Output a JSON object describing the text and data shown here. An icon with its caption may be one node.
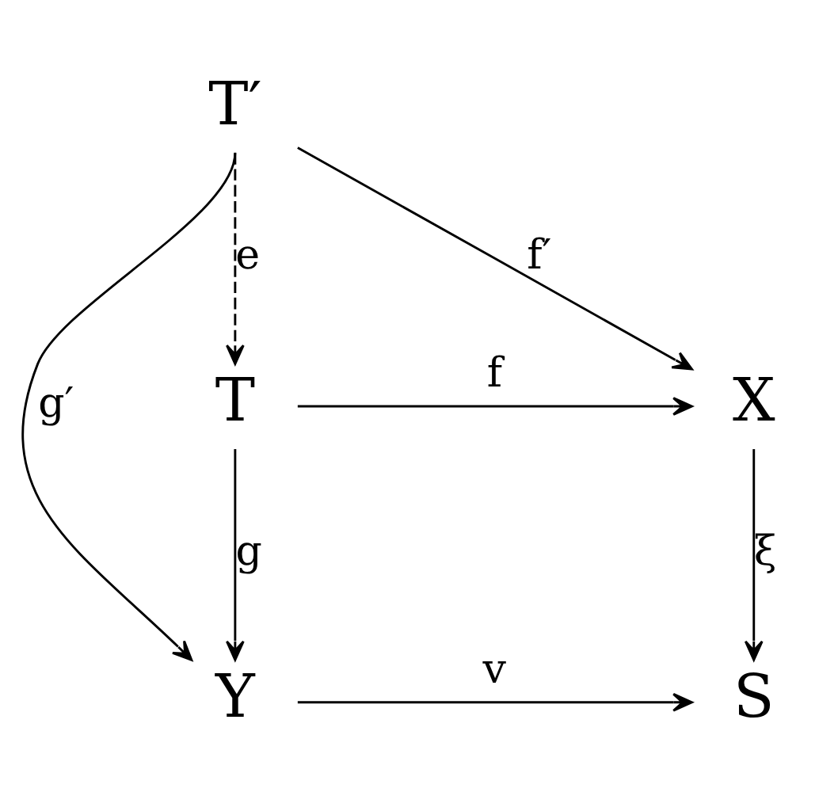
{
  "diagram": {
    "nodes": [
      {
        "text": [
          "T′"
        ]
      },
      {
        "text": [
          "T"
        ]
      },
      {
        "text": [
          "X"
        ]
      },
      {
        "text": [
          "Y"
        ]
      },
      {
        "text": [
          "S"
        ]
      }
    ],
    "edges": [
      {
        "from": 0,
        "to": 2,
        "arrow": "to",
        "label": "f′"
      },
      {
        "from": 0,
        "to": 1,
        "arrow": "to",
        "label": "e",
        "style": "dashed"
      },
      {
        "from": 0,
        "to": 3,
        "arrow": "to",
        "label": "g′"
      },
      {
        "from": 1,
        "to": 2,
        "arrow": "to",
        "label": "f"
      },
      {
        "from": 1,
        "to": 3,
        "arrow": "to",
        "label": "g"
      },
      {
        "from": 2,
        "to": 4,
        "arrow": "to",
        "label": "ξ"
      },
      {
        "from": 3,
        "to": 4,
        "arrow": "to",
        "label": "v"
      }
    ]
  }
}
